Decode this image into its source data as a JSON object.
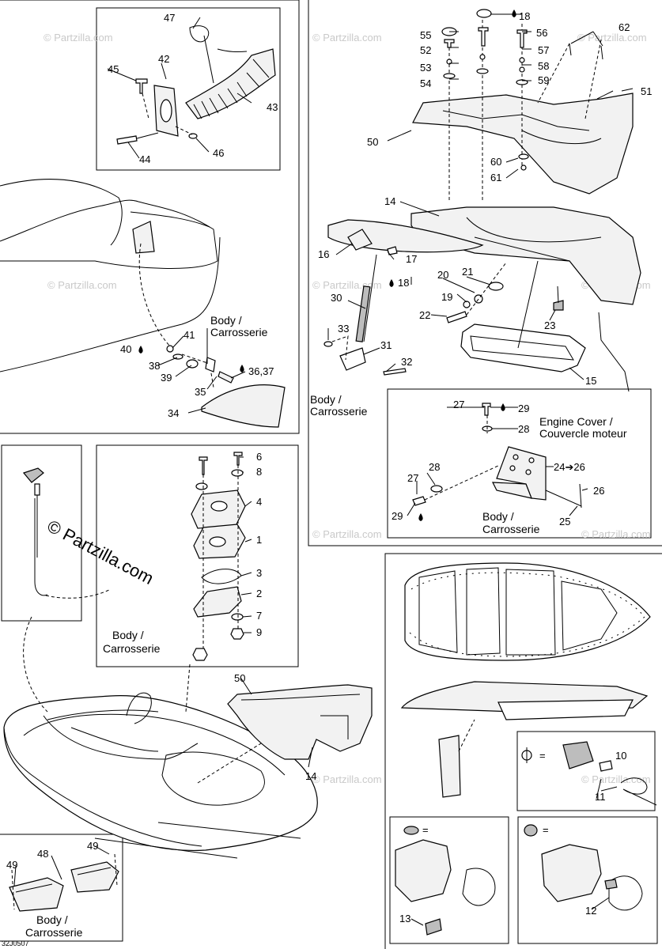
{
  "watermark": "© Partzilla.com",
  "drawing_code": "32J0507",
  "symbols": {
    "equals": "="
  },
  "labels": {
    "body": "Body /",
    "carrosserie": "Carrosserie",
    "engine_cover": "Engine Cover /",
    "couvercle_moteur": "Couvercle moteur"
  },
  "callouts": {
    "c1": "1",
    "c2": "2",
    "c3": "3",
    "c4": "4",
    "c6": "6",
    "c7": "7",
    "c8": "8",
    "c9": "9",
    "c10": "10",
    "c11": "11",
    "c12": "12",
    "c13": "13",
    "c14a": "14",
    "c14b": "14",
    "c15": "15",
    "c16": "16",
    "c17": "17",
    "c18a": "18",
    "c18b": "18",
    "c19": "19",
    "c20": "20",
    "c21": "21",
    "c22": "22",
    "c23": "23",
    "c24": "24➔26",
    "c25": "25",
    "c26": "26",
    "c27a": "27",
    "c27b": "27",
    "c28a": "28",
    "c28b": "28",
    "c29a": "29",
    "c29b": "29",
    "c30": "30",
    "c31": "31",
    "c32": "32",
    "c33": "33",
    "c34": "34",
    "c35": "35",
    "c36": "36,37",
    "c38": "38",
    "c39": "39",
    "c40": "40",
    "c41": "41",
    "c42": "42",
    "c43": "43",
    "c44": "44",
    "c45": "45",
    "c46": "46",
    "c47": "47",
    "c48": "48",
    "c49a": "49",
    "c49b": "49",
    "c50a": "50",
    "c50b": "50",
    "c51": "51",
    "c52": "52",
    "c53": "53",
    "c54": "54",
    "c55": "55",
    "c56": "56",
    "c57": "57",
    "c58": "58",
    "c59": "59",
    "c60": "60",
    "c61": "61",
    "c62": "62"
  }
}
